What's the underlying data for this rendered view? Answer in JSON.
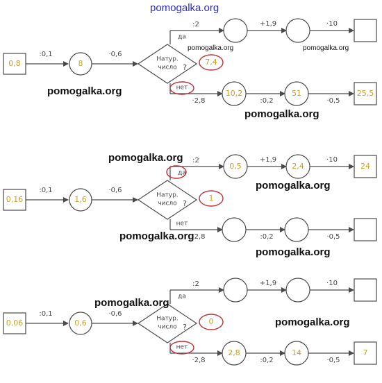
{
  "watermark": "pomogalka.org",
  "colors": {
    "stroke": "#4a4a4a",
    "value": "#c9a227",
    "mark": "#c0303a",
    "op": "#444444"
  },
  "ops": {
    "div01": ":0,1",
    "mul06": "·0,6",
    "div2": ":2",
    "add19": "+1,9",
    "mul10": "·10",
    "mul28": "·2,8",
    "div02": ":0,2",
    "mul05": "·0,5"
  },
  "question": {
    "line1": "Натур.",
    "line2": "число",
    "mark": "?"
  },
  "yes": "да",
  "no": "нет",
  "diagrams": [
    {
      "start": "0,8",
      "mid": "8",
      "answer": "7,4",
      "answer_shown": true,
      "yes_branch": [
        "",
        "",
        ""
      ],
      "no_branch": [
        "10,2",
        "51",
        "25,5"
      ],
      "mark_yes": false,
      "mark_no": true
    },
    {
      "start": "0,16",
      "mid": "1,6",
      "answer": "1",
      "answer_shown": true,
      "yes_branch": [
        "0,5",
        "2,4",
        "24"
      ],
      "no_branch": [
        "",
        "",
        ""
      ],
      "mark_yes": true,
      "mark_no": false
    },
    {
      "start": "0,06",
      "mid": "0,6",
      "answer": "0",
      "answer_shown": true,
      "yes_branch": [
        "",
        "",
        ""
      ],
      "no_branch": [
        "2,8",
        "14",
        "7"
      ],
      "mark_yes": false,
      "mark_no": true
    }
  ]
}
